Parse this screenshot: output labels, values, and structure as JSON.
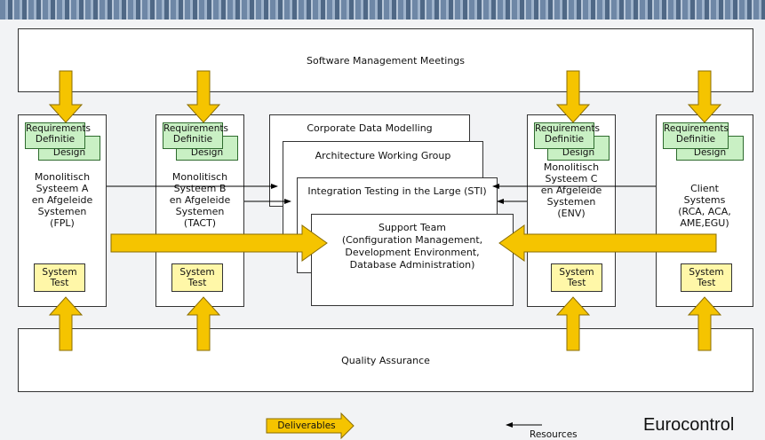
{
  "top_box": "Software Management Meetings",
  "bottom_box": "Quality Assurance",
  "columns": [
    {
      "req": [
        "Requirements",
        "Definitie"
      ],
      "design": "Design",
      "system": "Monolitisch\nSysteem A\nen Afgeleide\nSystemen\n(FPL)",
      "test": [
        "System",
        "Test"
      ]
    },
    {
      "req": [
        "Requirements",
        "Definitie"
      ],
      "design": "Design",
      "system": "Monolitisch\nSysteem B\nen Afgeleide\nSystemen\n(TACT)",
      "test": [
        "System",
        "Test"
      ]
    },
    {
      "req": [
        "Requirements",
        "Definitie"
      ],
      "design": "Design",
      "system": "Monolitisch\nSysteem C\nen Afgeleide\nSystemen\n(ENV)",
      "test": [
        "System",
        "Test"
      ]
    },
    {
      "req": [
        "Requirements",
        "Definitie"
      ],
      "design": "Design",
      "system": "Client\nSystems\n(RCA, ACA,\nAME,EGU)",
      "test": [
        "System",
        "Test"
      ]
    }
  ],
  "center": {
    "corporate": "Corporate Data Modelling",
    "architecture": "Architecture Working Group",
    "integration": "Integration Testing in the Large (STI)",
    "support": "Support Team\n(Configuration Management,\nDevelopment Environment,\nDatabase Administration)"
  },
  "legend": {
    "deliverables": "Deliverables",
    "resources": "Resources",
    "brand": "Eurocontrol"
  },
  "colors": {
    "arrow_fill": "#f5c400",
    "arrow_stroke": "#8a6d00",
    "green_box": "#c9f0c4",
    "yellow_box": "#fff7a8"
  }
}
